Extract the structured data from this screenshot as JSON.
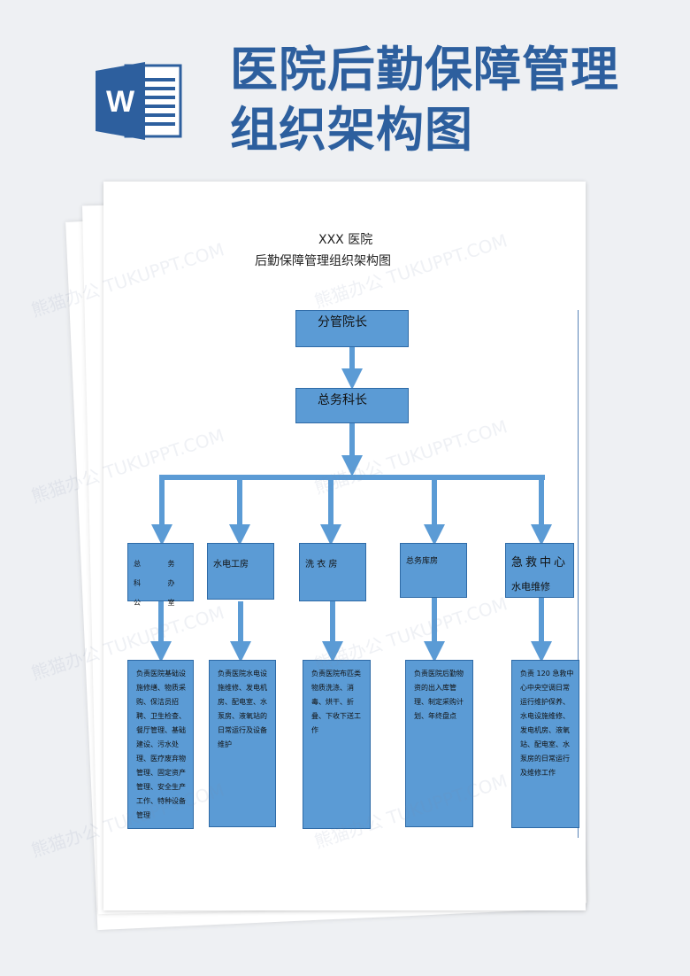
{
  "header": {
    "title_line1": "医院后勤保障管理",
    "title_line2": "组织架构图",
    "app_icon": "word-document-icon",
    "brand_color": "#2d5f9e"
  },
  "document": {
    "title_line1": "XXX 医院",
    "title_line2": "后勤保障管理组织架构图"
  },
  "org_chart": {
    "box_color": "#5b9bd5",
    "root": "分管院长",
    "second": "总务科长",
    "departments": [
      {
        "name": "总 务 科 办 公 室",
        "duty": "负责医院基础设施修缮、物质采购、保洁员招聘、卫生检查、餐厅管理、基础建设、污水处理、医疗废弃物管理、固定资产管理、安全生产工作、特种设备管理"
      },
      {
        "name": "水电工房",
        "duty": "负责医院水电设施维修、发电机房、配电室、水泵房、液氧站的日常运行及设备维护"
      },
      {
        "name": "洗 衣 房",
        "duty": "负责医院布匹类物质洗涤、消毒、烘干、折叠、下收下送工作"
      },
      {
        "name": "总务库房",
        "duty": "负责医院后勤物资的出入库管理、制定采购计划、年终盘点"
      },
      {
        "name": "急救中心",
        "subname": "水电维修",
        "duty": "负责 120 急救中心中央空调日常运行维护保养、水电设施维修、发电机房、液氧站、配电室、水泵房的日常运行及维修工作"
      }
    ]
  },
  "watermark": "熊猫办公 TUKUPPT.COM"
}
